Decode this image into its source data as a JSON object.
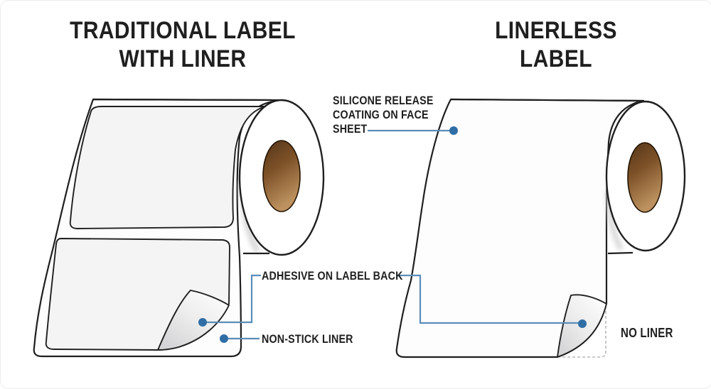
{
  "titles": {
    "left": {
      "line1": "TRADITIONAL LABEL",
      "line2": "WITH LINER"
    },
    "right": {
      "line1": "LINERLESS",
      "line2": "LABEL"
    }
  },
  "annotations": {
    "silicone": {
      "line1": "SILICONE RELEASE",
      "line2": "COATING ON FACE",
      "line3": "SHEET"
    },
    "adhesive": {
      "label": "ADHESIVE ON LABEL BACK"
    },
    "non_stick": {
      "label": "NON-STICK LINER"
    },
    "no_liner": {
      "label": "NO LINER"
    }
  },
  "colors": {
    "ink": "#1f1f1f",
    "accent_line": "#5b8db8",
    "callout_dot": "#2f6ea5",
    "core_dark": "#53351a",
    "core_light": "#bd9260",
    "label_fill": "#f4f4f5",
    "liner_fill": "#fdfdfe",
    "curl_shade": "#d4d4d6",
    "ghost_dash": "#b8b8b8"
  }
}
